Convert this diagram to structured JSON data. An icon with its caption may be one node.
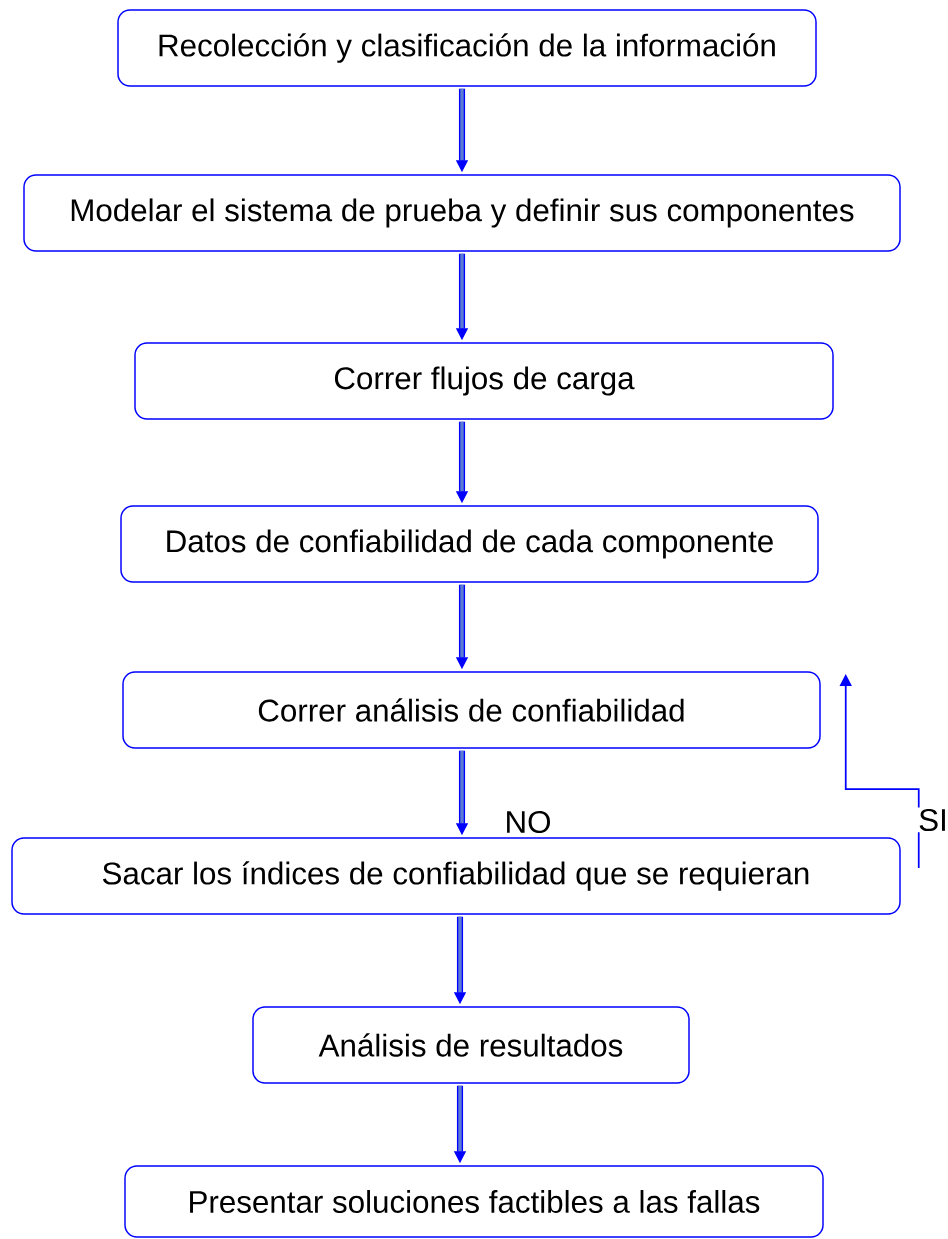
{
  "diagram": {
    "nodes": [
      {
        "text": [
          "Recolección y clasificación de la información"
        ]
      },
      {
        "text": [
          "Modelar el sistema de prueba y definir sus componentes"
        ]
      },
      {
        "text": [
          "Correr flujos de carga"
        ]
      },
      {
        "text": [
          "Datos de confiabilidad de cada componente"
        ]
      },
      {
        "text": [
          "Correr análisis de confiabilidad"
        ]
      },
      {
        "text": [
          "Sacar los índices de confiabilidad que se requieran"
        ]
      },
      {
        "text": [
          "Análisis de resultados"
        ]
      },
      {
        "text": [
          "Presentar soluciones factibles a las fallas"
        ]
      }
    ],
    "edges": [
      {
        "from": 0,
        "to": 1,
        "arrow": "to"
      },
      {
        "from": 1,
        "to": 2,
        "arrow": "to"
      },
      {
        "from": 2,
        "to": 3,
        "arrow": "to"
      },
      {
        "from": 3,
        "to": 4,
        "arrow": "to"
      },
      {
        "from": 4,
        "to": 5,
        "arrow": "to",
        "label": "NO"
      },
      {
        "from": 5,
        "to": 4,
        "arrow": "to",
        "label": "SI"
      },
      {
        "from": 5,
        "to": 6,
        "arrow": "to"
      },
      {
        "from": 6,
        "to": 7,
        "arrow": "to"
      }
    ]
  }
}
